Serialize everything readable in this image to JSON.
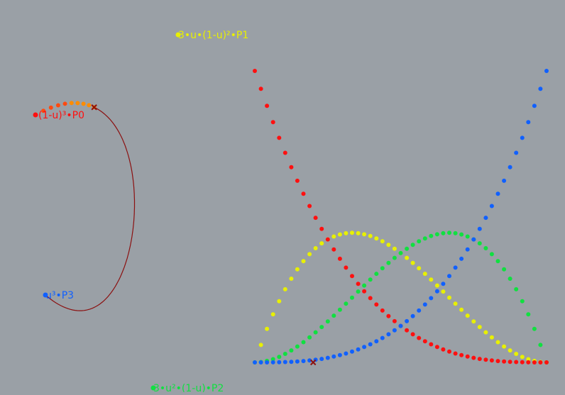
{
  "labels": {
    "p0": "(1-u)³•P0",
    "p1": "3•u•(1-u)²•P1",
    "p2": "3•u²•(1-u)•P2",
    "p3": "u³•P3"
  },
  "colors": {
    "background": "#9aa0a6",
    "p0": "#ff1010",
    "p1": "#e8f000",
    "p2": "#10e040",
    "p3": "#1060ff",
    "curve": "#8b1010",
    "marker": "#8b1010",
    "trace_orange": "#ff8c00"
  },
  "basis_samples": 48,
  "current_u": 0.17,
  "curve_trace_u_max": 0.17
}
